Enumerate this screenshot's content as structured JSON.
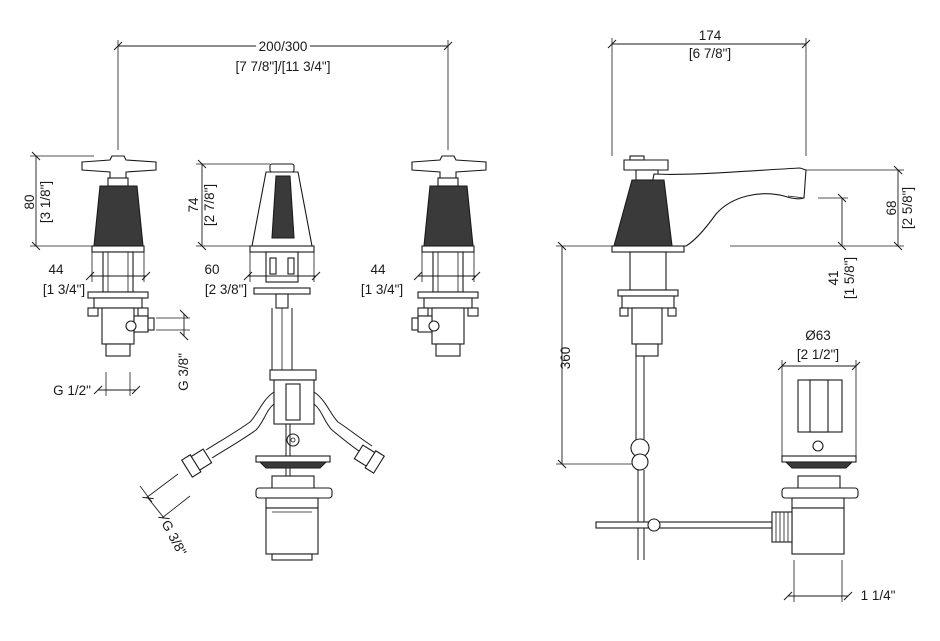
{
  "front_view": {
    "spacing": {
      "primary": "200/300",
      "imperial": "[7 7/8\"]/[11 3/4\"]"
    },
    "left_tap": {
      "height": {
        "primary": "80",
        "imperial": "[3 1/8\"]"
      },
      "width": {
        "primary": "44",
        "imperial": "[1 3/4\"]"
      },
      "inlet_thread": "G 1/2\"",
      "side_thread": "G 3/8\""
    },
    "spout": {
      "height": {
        "primary": "74",
        "imperial": "[2 7/8\"]"
      },
      "width": {
        "primary": "60",
        "imperial": "[2 3/8\"]"
      }
    },
    "right_tap": {
      "width": {
        "primary": "44",
        "imperial": "[1 3/4\"]"
      }
    },
    "hose_thread": "G 3/8\""
  },
  "side_view": {
    "reach": {
      "primary": "174",
      "imperial": "[6 7/8\"]"
    },
    "spout_height": {
      "primary": "68",
      "imperial": "[2 5/8\"]"
    },
    "outlet_height": {
      "primary": "41",
      "imperial": "[1 5/8\"]"
    },
    "total_height": {
      "primary": "360"
    },
    "waste": {
      "diameter": {
        "primary": "Ø63",
        "imperial": "[2 1/2\"]"
      },
      "thread": "1 1/4\""
    }
  }
}
